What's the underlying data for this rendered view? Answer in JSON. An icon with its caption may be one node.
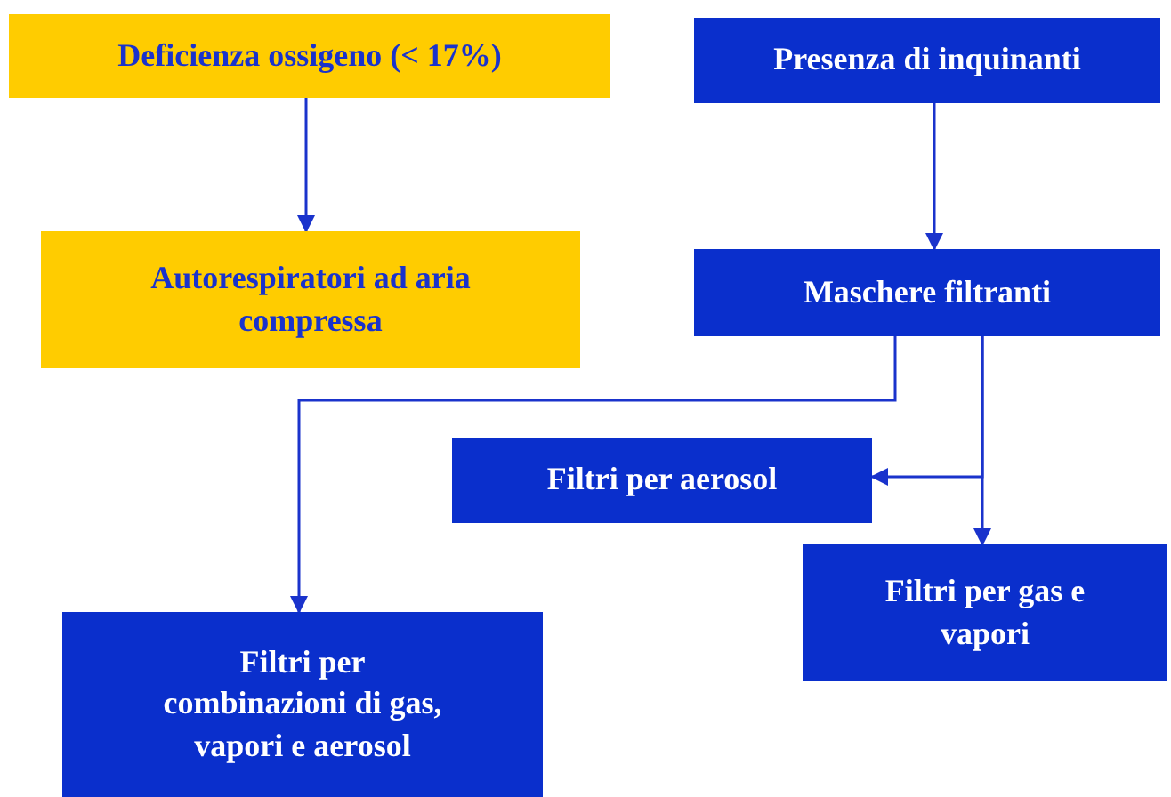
{
  "diagram": {
    "nodes": [
      {
        "text": [
          "Deficienza ossigeno (< 17%)"
        ]
      },
      {
        "text": [
          "Autorespiratori ad aria compressa"
        ]
      },
      {
        "text": [
          "Presenza di inquinanti"
        ]
      },
      {
        "text": [
          "Maschere filtranti"
        ]
      },
      {
        "text": [
          "Filtri per aerosol"
        ]
      },
      {
        "text": [
          "Filtri per gas e vapori"
        ]
      },
      {
        "text": [
          "Filtri per combinazioni di gas, vapori e aerosol"
        ]
      }
    ],
    "edges": [
      {
        "from": 0,
        "to": 1,
        "arrow": "to"
      },
      {
        "from": 2,
        "to": 3,
        "arrow": "to"
      },
      {
        "from": 3,
        "to": 6,
        "arrow": "to"
      },
      {
        "from": 3,
        "to": 4,
        "arrow": "to"
      },
      {
        "from": 3,
        "to": 5,
        "arrow": "to"
      }
    ]
  }
}
